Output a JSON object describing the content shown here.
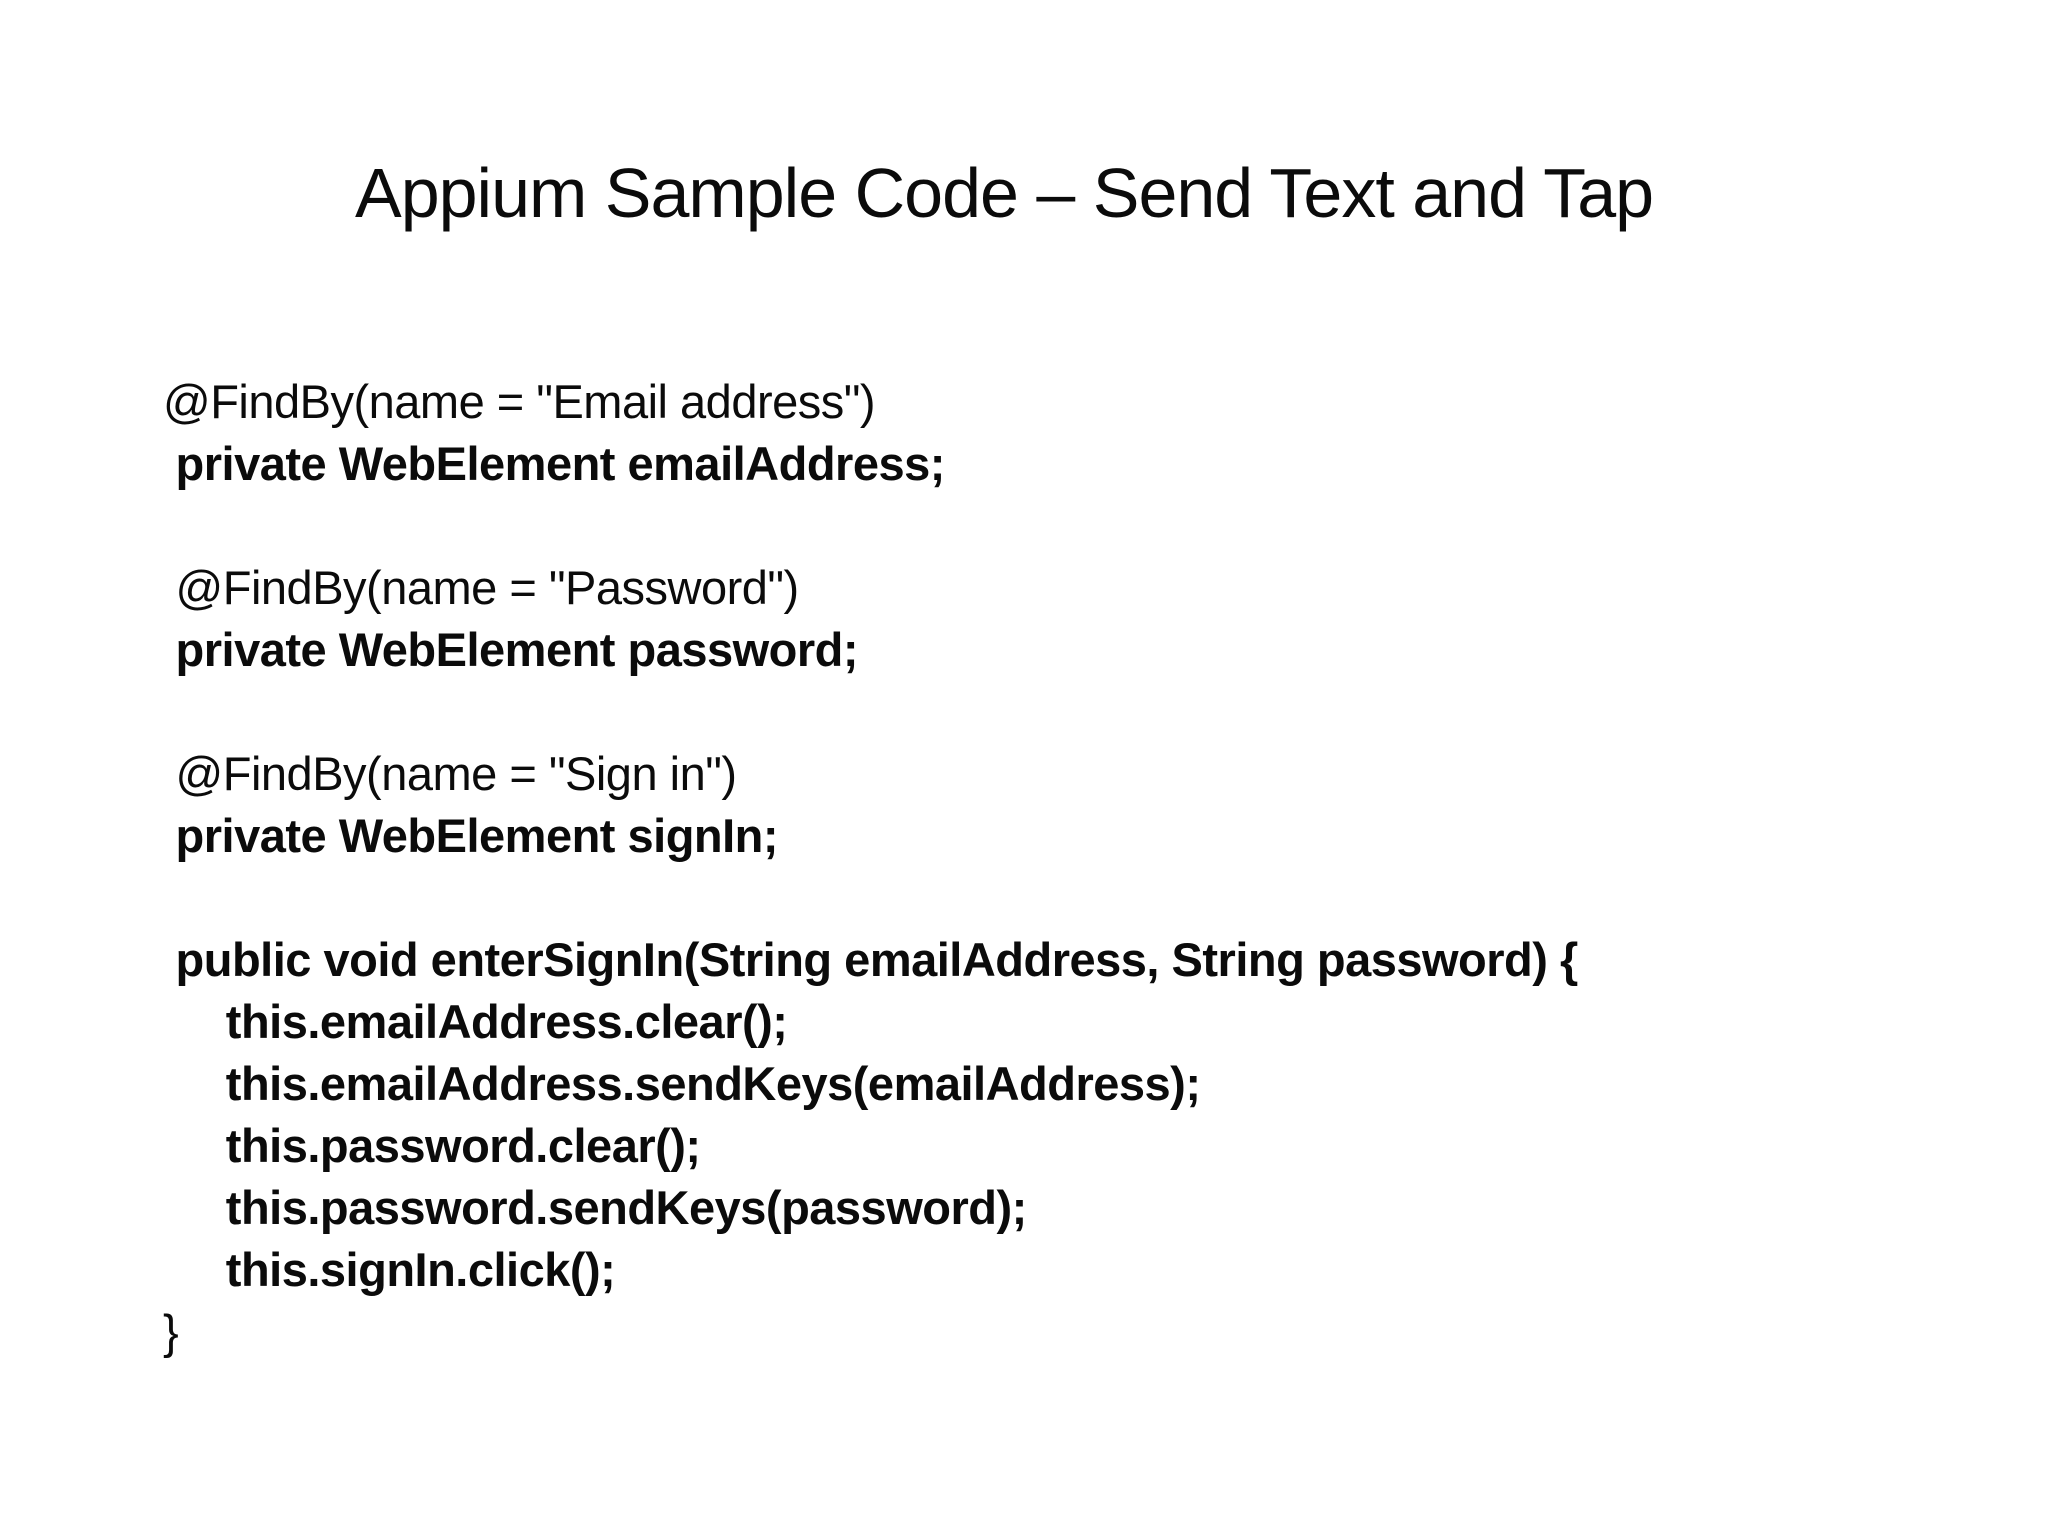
{
  "slide": {
    "background_color": "#ffffff",
    "text_color": "#0b0b0b",
    "title": "Appium Sample Code – Send Text and Tap",
    "code": {
      "lines": [
        {
          "text": "@FindBy(name = \"Email address\")",
          "bold": false
        },
        {
          "text": " private WebElement emailAddress;",
          "bold": true
        },
        {
          "text": "",
          "bold": false
        },
        {
          "text": " @FindBy(name = \"Password\")",
          "bold": false
        },
        {
          "text": " private WebElement password;",
          "bold": true
        },
        {
          "text": "",
          "bold": false
        },
        {
          "text": " @FindBy(name = \"Sign in\")",
          "bold": false
        },
        {
          "text": " private WebElement signIn;",
          "bold": true
        },
        {
          "text": "",
          "bold": false
        },
        {
          "text": " public void enterSignIn(String emailAddress, String password) {",
          "bold": true
        },
        {
          "text": "     this.emailAddress.clear();",
          "bold": true
        },
        {
          "text": "     this.emailAddress.sendKeys(emailAddress);",
          "bold": true
        },
        {
          "text": "     this.password.clear();",
          "bold": true
        },
        {
          "text": "     this.password.sendKeys(password);",
          "bold": true
        },
        {
          "text": "     this.signIn.click();",
          "bold": true
        },
        {
          "text": "}",
          "bold": false
        }
      ]
    }
  }
}
